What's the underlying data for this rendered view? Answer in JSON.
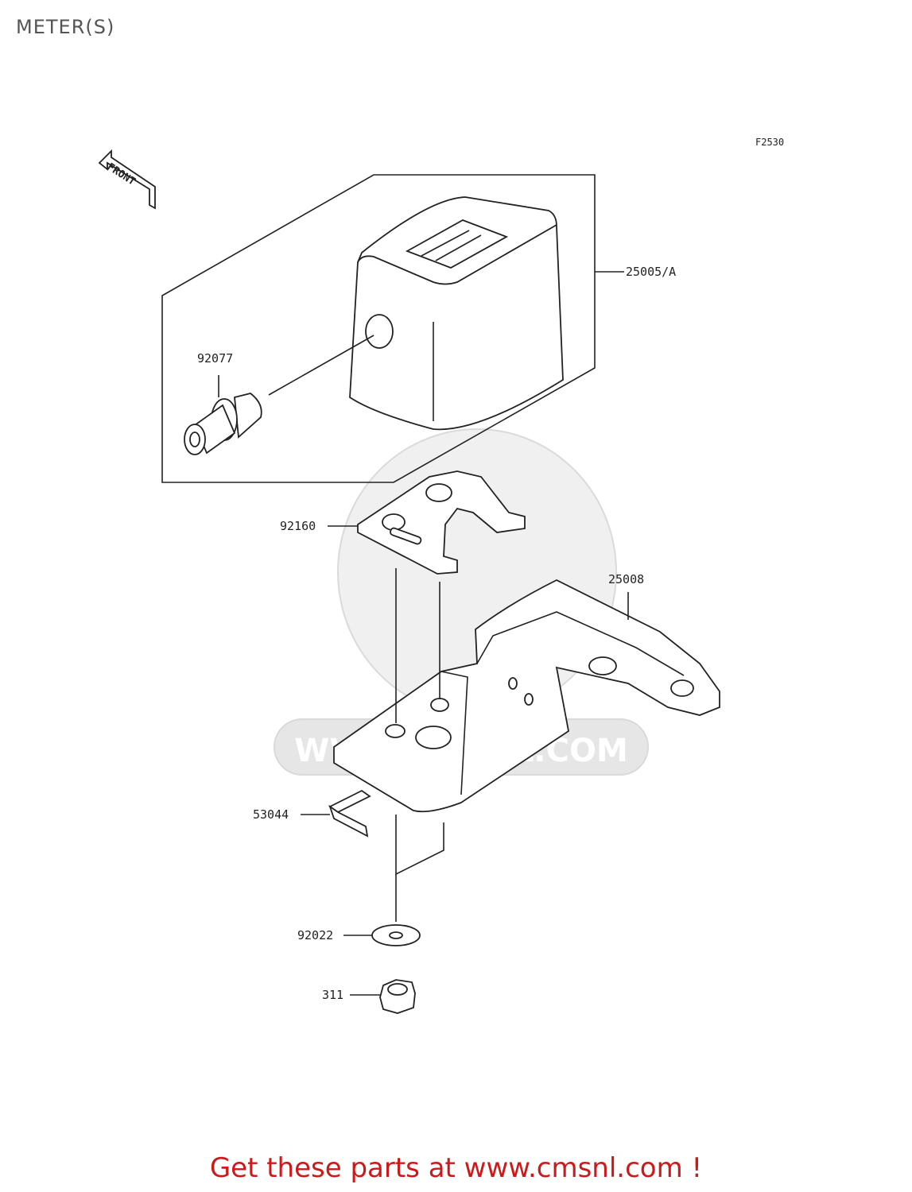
{
  "page_title": "METER(S)",
  "figure_code": "F2530",
  "front_arrow_label": "FRONT",
  "watermark_text": "WWW.CMSNL.COM",
  "parts": [
    {
      "id": "p-25005A",
      "label": "25005/A"
    },
    {
      "id": "p-92077",
      "label": "92077"
    },
    {
      "id": "p-92160",
      "label": "92160"
    },
    {
      "id": "p-25008",
      "label": "25008"
    },
    {
      "id": "p-53044",
      "label": "53044"
    },
    {
      "id": "p-92022",
      "label": "92022"
    },
    {
      "id": "p-311",
      "label": "311"
    }
  ],
  "cta_text": "Get these parts at www.cmsnl.com !",
  "colors": {
    "cta": "#cc1a1a",
    "watermark": "#e6e6e6",
    "line": "#222222"
  }
}
